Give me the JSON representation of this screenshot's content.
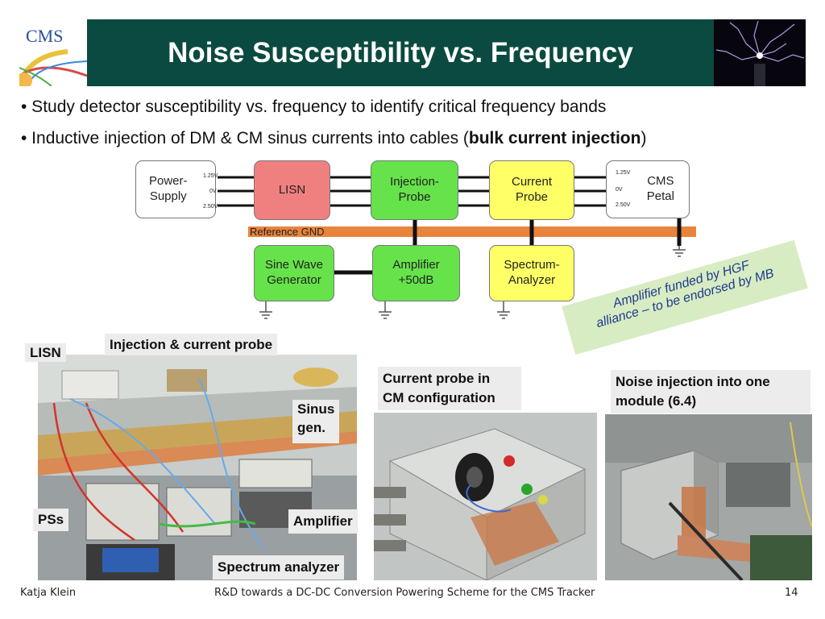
{
  "header": {
    "title": "Noise Susceptibility vs. Frequency",
    "logo_left_text": "CMS"
  },
  "bullets": [
    {
      "text": "• Study detector susceptibility vs. frequency to identify critical frequency bands"
    },
    {
      "prefix": "• Inductive injection of DM & CM sinus currents into cables (",
      "bold": "bulk current injection",
      "suffix": ")"
    }
  ],
  "diagram": {
    "power_supply": "Power-\nSupply",
    "power_supply_v": [
      "1.25V",
      "0V",
      "2.50V"
    ],
    "lisn": "LISN",
    "injection_probe": "Injection-\nProbe",
    "current_probe": "Current\nProbe",
    "cms_petal": "CMS\nPetal",
    "cms_petal_v": [
      "1.25V",
      "0V",
      "2.50V"
    ],
    "reference_gnd": "Reference GND",
    "sine_wave_generator": "Sine Wave\nGenerator",
    "amplifier": "Amplifier\n+50dB",
    "spectrum_analyzer": "Spectrum-\nAnalyzer",
    "colors": {
      "lisn": "#f08080",
      "green": "#66e34a",
      "yellow": "#ffff66",
      "gnd_bar": "#e8843c"
    }
  },
  "note": {
    "line1": "Amplifier funded by HGF",
    "line2": "alliance – to be endorsed by MB"
  },
  "photo_labels": {
    "lisn": "LISN",
    "injection_current_probe": "Injection & current probe",
    "sinus_gen_1": "Sinus",
    "sinus_gen_2": "gen.",
    "pss": "PSs",
    "amplifier": "Amplifier",
    "spectrum_analyzer": "Spectrum analyzer",
    "current_probe_cm_1": "Current probe in",
    "current_probe_cm_2": "CM configuration",
    "noise_injection_1": "Noise injection into one",
    "noise_injection_2": "module (6.4)"
  },
  "footer": {
    "author": "Katja Klein",
    "talk_title": "R&D towards a DC-DC Conversion Powering Scheme for the CMS Tracker",
    "page": "14"
  }
}
